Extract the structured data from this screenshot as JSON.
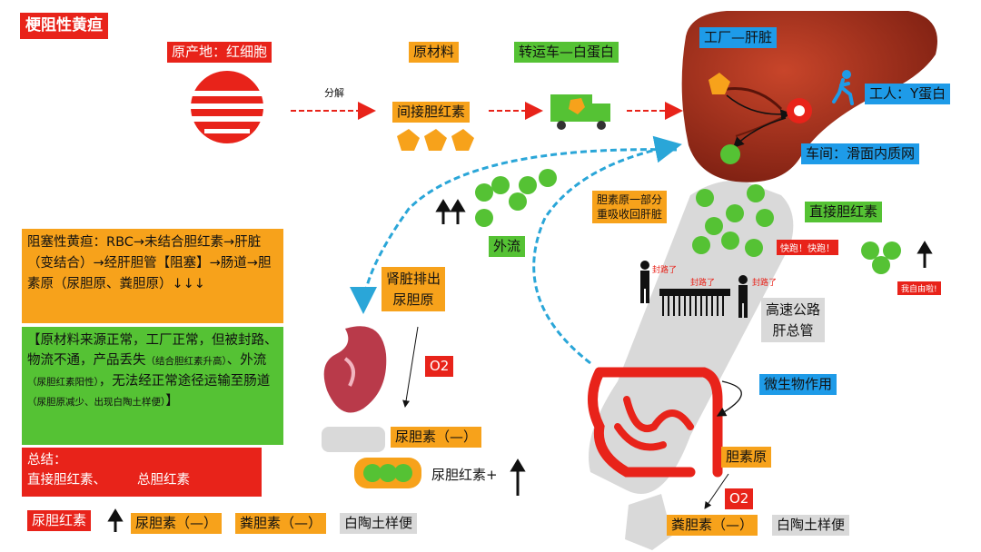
{
  "title": "梗阻性黄疸",
  "labels": {
    "origin": "原产地：红细胞",
    "raw_material": "原材料",
    "transport": "转运车—白蛋白",
    "factory": "工厂—肝脏",
    "decompose": "分解",
    "indirect_bilirubin": "间接胆红素",
    "worker": "工人：Y蛋白",
    "workshop": "车间：滑面内质网",
    "urobilinogen_reabsorb": "胆素原一部分\n重吸收回肝脏",
    "direct_bilirubin": "直接胆红素",
    "outflow": "外流",
    "kidney_excrete": "肾脏排出\n尿胆原",
    "run": "快跑！快跑！",
    "free": "我自由啦!",
    "blocked_1": "封路了",
    "blocked_2": "封路了",
    "blocked_3": "封路了",
    "highway": "高速公路\n肝总管",
    "microbe": "微生物作用",
    "o2_kidney": "O2",
    "o2_gut": "O2",
    "urobilin_kidney": "尿胆素（—）",
    "urine_bilirubin": "尿胆红素+",
    "bilinogen": "胆素原",
    "stercobilin_gut": "粪胆素（—）",
    "clay_stool_gut": "白陶土样便"
  },
  "left_panel": {
    "mechanism": "阻塞性黄疸：RBC→未结合胆红素→肝脏（变结合）→经肝胆管【阻塞】→肠道→胆素原（尿胆原、粪胆原）↓↓↓",
    "explanation_main_1": "【原材料来源正常，工厂正常，但被封路、物流不通，产品丢失",
    "explanation_small_1": "（结合胆红素升高）",
    "explanation_main_2": "、外流",
    "explanation_small_2": "（尿胆红素阳性）",
    "explanation_main_3": "，无法经正常途径运输至肠道",
    "explanation_small_3": "（尿胆原减少、出现白陶土样便）",
    "explanation_main_4": "】",
    "summary_title": "总结：",
    "summary_direct": "直接胆红素、",
    "summary_total": "总胆红素",
    "bottom_urine_bilirubin": "尿胆红素",
    "bottom_urobilin": "尿胆素（—）",
    "bottom_stercobilin": "粪胆素（—）",
    "bottom_clay_stool": "白陶土样便"
  },
  "colors": {
    "red": "#e8231a",
    "orange": "#f7a21b",
    "green": "#55c234",
    "blue": "#1e9be8",
    "gray": "#d9d9d9",
    "liver": "#a5301c"
  }
}
